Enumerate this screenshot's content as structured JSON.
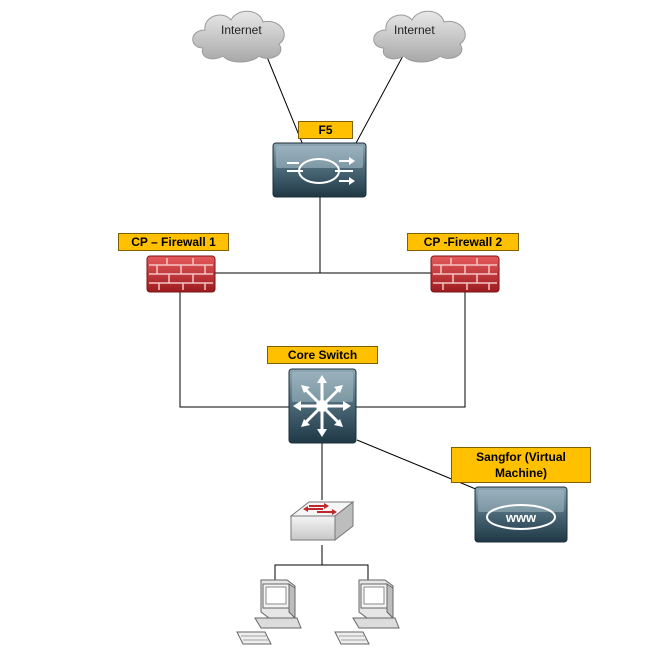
{
  "diagram": {
    "title": "",
    "nodes": {
      "internet_left": {
        "label": "Internet",
        "icon": "cloud-icon"
      },
      "internet_right": {
        "label": "Internet",
        "icon": "cloud-icon"
      },
      "f5": {
        "label": "F5",
        "icon": "load-balancer-icon"
      },
      "fw1": {
        "label": "CP – Firewall 1",
        "icon": "firewall-icon"
      },
      "fw2": {
        "label": "CP -Firewall 2",
        "icon": "firewall-icon"
      },
      "core": {
        "label": "Core Switch",
        "icon": "layer3-switch-icon"
      },
      "sangfor": {
        "label_line1": "Sangfor (Virtual",
        "label_line2": "Machine)",
        "icon": "www-server-icon"
      },
      "access_switch": {
        "icon": "workgroup-switch-icon"
      },
      "pc_left": {
        "icon": "workstation-icon"
      },
      "pc_right": {
        "icon": "workstation-icon"
      }
    },
    "colors": {
      "label_fill": "#ffc000",
      "device_dark": "#24404f",
      "device_light": "#6f8b99",
      "firewall": "#c0282b",
      "cloud": "#c9c9c9",
      "line": "#000000"
    }
  }
}
